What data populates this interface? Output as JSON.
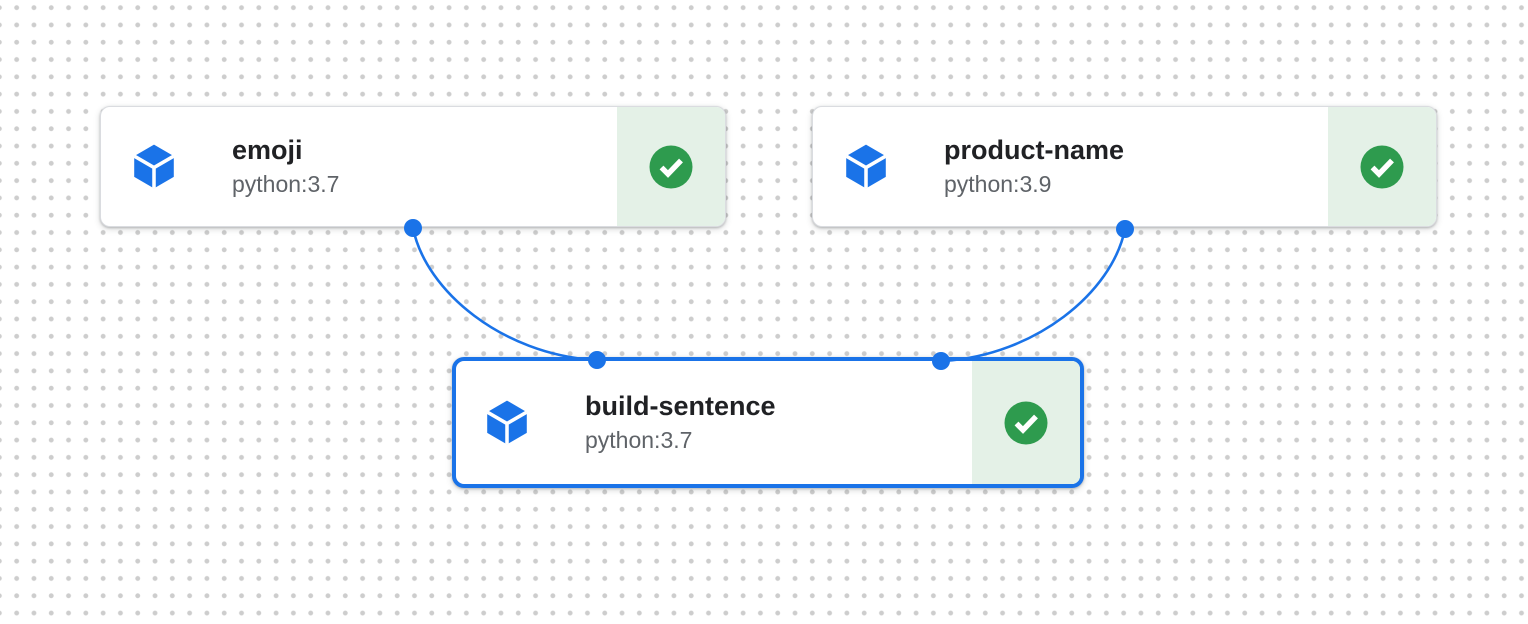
{
  "canvas": {
    "kind": "pipeline-dag-graph",
    "background_color": "#ffffff",
    "grid_dot_color": "#cdcdcd"
  },
  "colors": {
    "accent_blue": "#1a73e8",
    "success_green": "#2e9b4e",
    "success_panel_bg": "#e4f1e7",
    "card_border": "#dadce0",
    "title_text": "#202124",
    "subtitle_text": "#5f6368"
  },
  "nodes": [
    {
      "id": "emoji",
      "title": "emoji",
      "subtitle": "python:3.7",
      "status": "succeeded",
      "icon": "component-cube-icon",
      "status_icon": "success-check-icon",
      "selected": false
    },
    {
      "id": "product-name",
      "title": "product-name",
      "subtitle": "python:3.9",
      "status": "succeeded",
      "icon": "component-cube-icon",
      "status_icon": "success-check-icon",
      "selected": false
    },
    {
      "id": "build-sentence",
      "title": "build-sentence",
      "subtitle": "python:3.7",
      "status": "succeeded",
      "icon": "component-cube-icon",
      "status_icon": "success-check-icon",
      "selected": true
    }
  ],
  "edges": [
    {
      "from": "emoji",
      "to": "build-sentence"
    },
    {
      "from": "product-name",
      "to": "build-sentence"
    }
  ]
}
